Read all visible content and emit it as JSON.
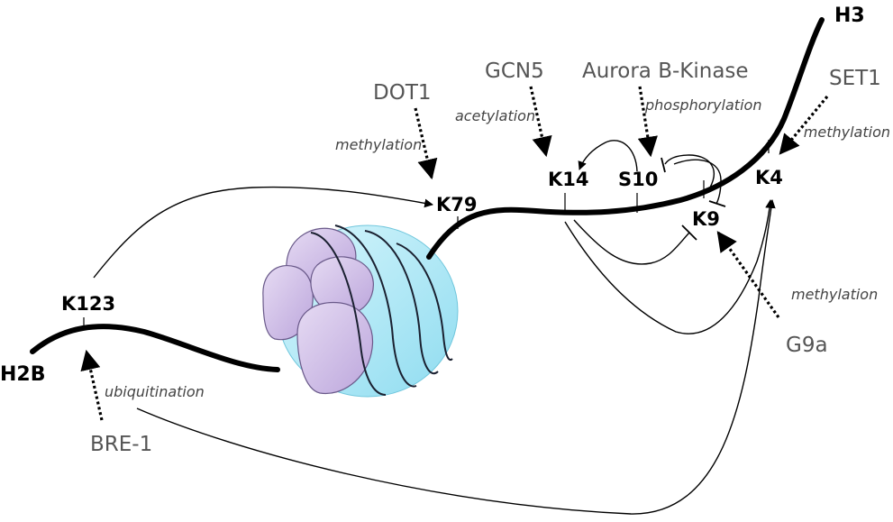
{
  "diagram": {
    "tails": {
      "h2b": "H2B",
      "h3": "H3"
    },
    "residues": {
      "k123": "K123",
      "k79": "K79",
      "k14": "K14",
      "s10": "S10",
      "k9": "K9",
      "k4": "K4"
    },
    "enzymes": {
      "dot1": "DOT1",
      "gcn5": "GCN5",
      "aurora": "Aurora B-Kinase",
      "set1": "SET1",
      "g9a": "G9a",
      "bre1": "BRE-1"
    },
    "modifications": {
      "dot1": "methylation",
      "gcn5": "acetylation",
      "aurora": "phosphorylation",
      "set1": "methylation",
      "g9a": "methylation",
      "bre1": "ubiquitination"
    },
    "colors": {
      "chain": "#000000",
      "enzyme_text": "#555555",
      "histone_purple": "#d9c8ec",
      "histone_cyan": "#bfeef8"
    }
  }
}
